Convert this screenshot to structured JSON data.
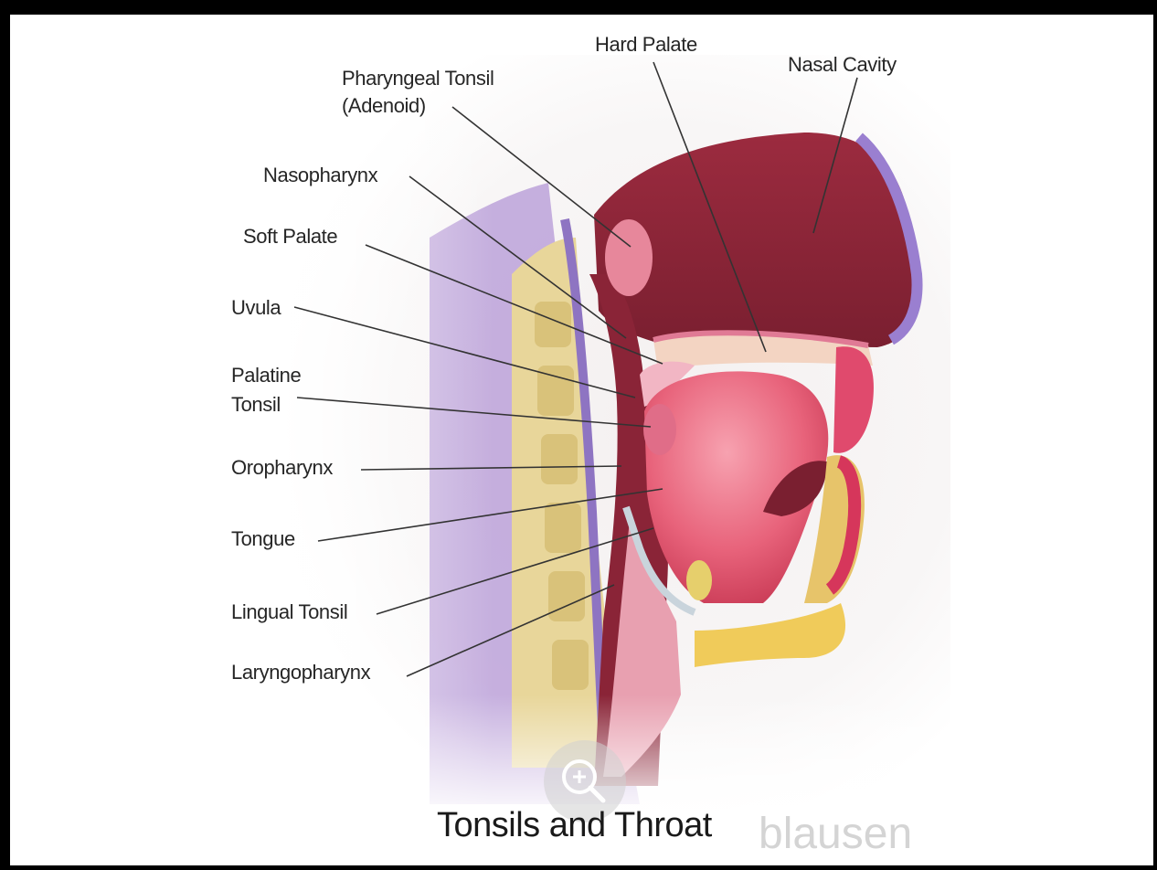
{
  "diagram": {
    "title": "Tonsils and Throat",
    "brand": "blausen",
    "labels": {
      "hard_palate": "Hard Palate",
      "nasal_cavity": "Nasal Cavity",
      "pharyngeal_tonsil": "Pharyngeal Tonsil",
      "adenoid": "(Adenoid)",
      "nasopharynx": "Nasopharynx",
      "soft_palate": "Soft Palate",
      "uvula": "Uvula",
      "palatine": "Palatine",
      "tonsil": "Tonsil",
      "oropharynx": "Oropharynx",
      "tongue": "Tongue",
      "lingual_tonsil": "Lingual Tonsil",
      "laryngopharynx": "Laryngopharynx"
    },
    "zoom_icon": "magnifier-plus-icon"
  }
}
